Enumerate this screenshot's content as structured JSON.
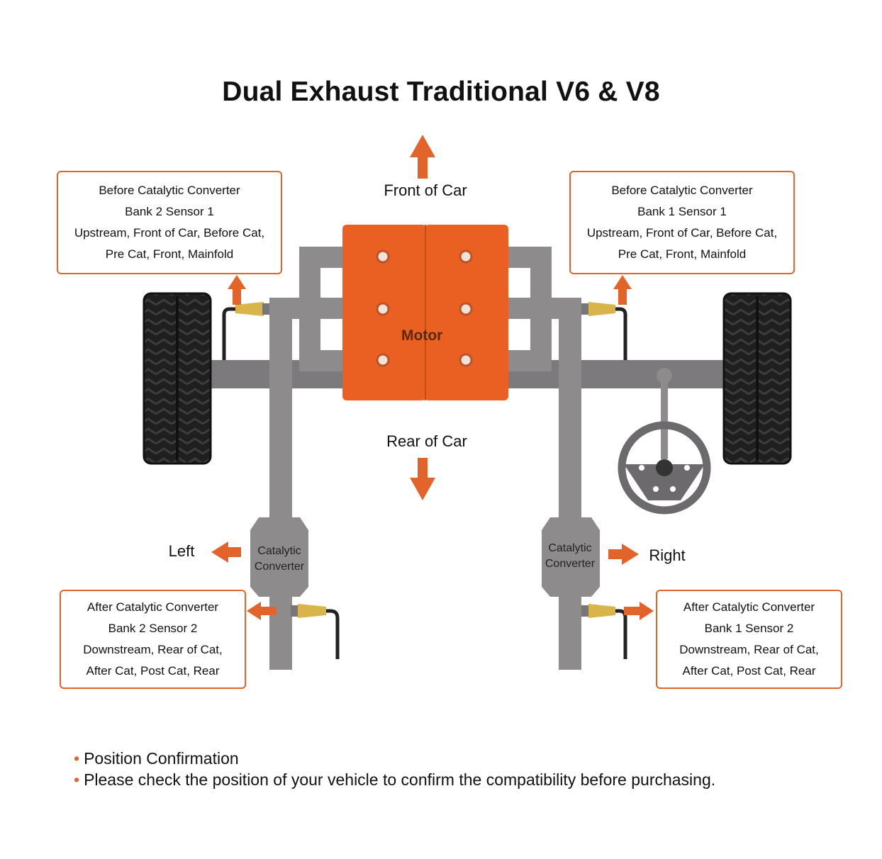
{
  "title": "Dual Exhaust Traditional V6 & V8",
  "labels": {
    "front": "Front of Car",
    "rear": "Rear of Car",
    "left": "Left",
    "right": "Right",
    "motor": "Motor",
    "cat_left": [
      "Catalytic",
      "Converter"
    ],
    "cat_right": [
      "Catalytic",
      "Converter"
    ]
  },
  "boxes": {
    "bank2_sensor1": [
      "Before Catalytic Converter",
      "Bank 2 Sensor 1",
      "Upstream, Front of Car, Before Cat,",
      "Pre Cat, Front, Mainfold"
    ],
    "bank1_sensor1": [
      "Before Catalytic Converter",
      "Bank 1 Sensor 1",
      "Upstream, Front of Car, Before Cat,",
      "Pre Cat, Front, Mainfold"
    ],
    "bank2_sensor2": [
      "After Catalytic Converter",
      "Bank 2 Sensor 2",
      "Downstream, Rear of Cat,",
      "After Cat, Post Cat, Rear"
    ],
    "bank1_sensor2": [
      "After Catalytic Converter",
      "Bank 1 Sensor 2",
      "Downstream, Rear of Cat,",
      "After Cat, Post Cat, Rear"
    ]
  },
  "notes": [
    "Position Confirmation",
    "Please check the position of your vehicle to confirm the compatibility before purchasing."
  ],
  "colors": {
    "accent": "#e2642a",
    "motor": "#ea5f22",
    "pipe": "#8e8b8d",
    "tire": "#2a2a2a"
  }
}
